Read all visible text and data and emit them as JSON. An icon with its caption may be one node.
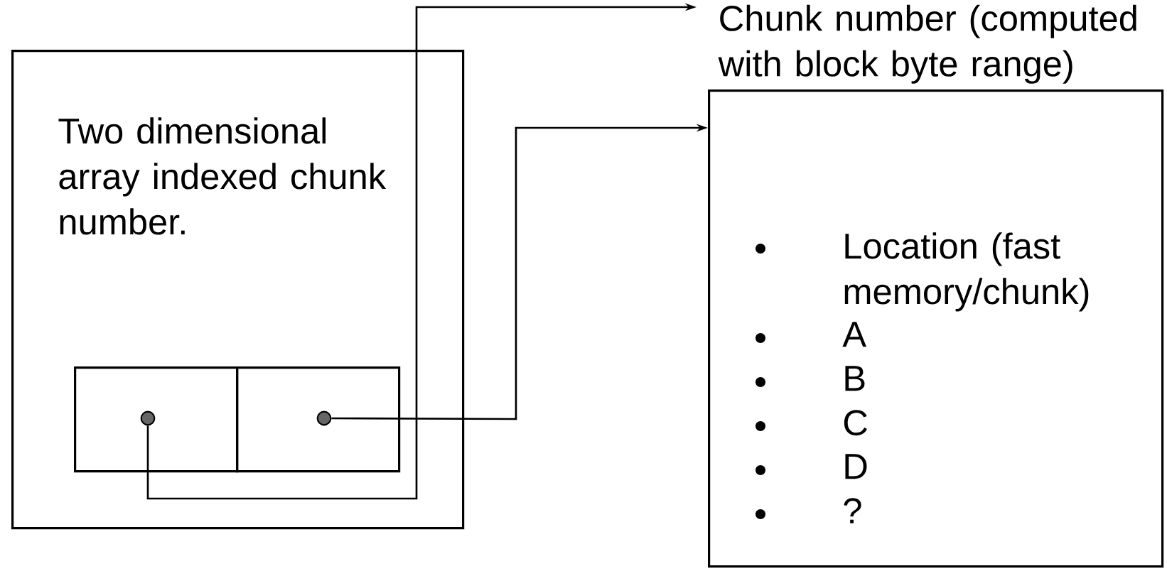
{
  "diagram": {
    "nodes": [
      {
        "text": [
          "Two dimensional array indexed chunk number."
        ]
      },
      {
        "text": [],
        "shape": "box",
        "in": 0
      },
      {
        "text": [],
        "shape": "circle",
        "in": 1
      },
      {
        "text": [],
        "shape": "box",
        "in": 0
      },
      {
        "text": [],
        "shape": "circle",
        "in": 3
      },
      {
        "text": [
          "Chunk number (computed with block byte range)"
        ]
      },
      {
        "text": [
          "Location (fast memory/chunk)",
          "A",
          "B",
          "C",
          "D",
          "?"
        ]
      }
    ],
    "edges": [
      {
        "from": 2,
        "to": 5,
        "arrow": "to"
      },
      {
        "from": 4,
        "to": 6,
        "arrow": "to"
      }
    ]
  }
}
